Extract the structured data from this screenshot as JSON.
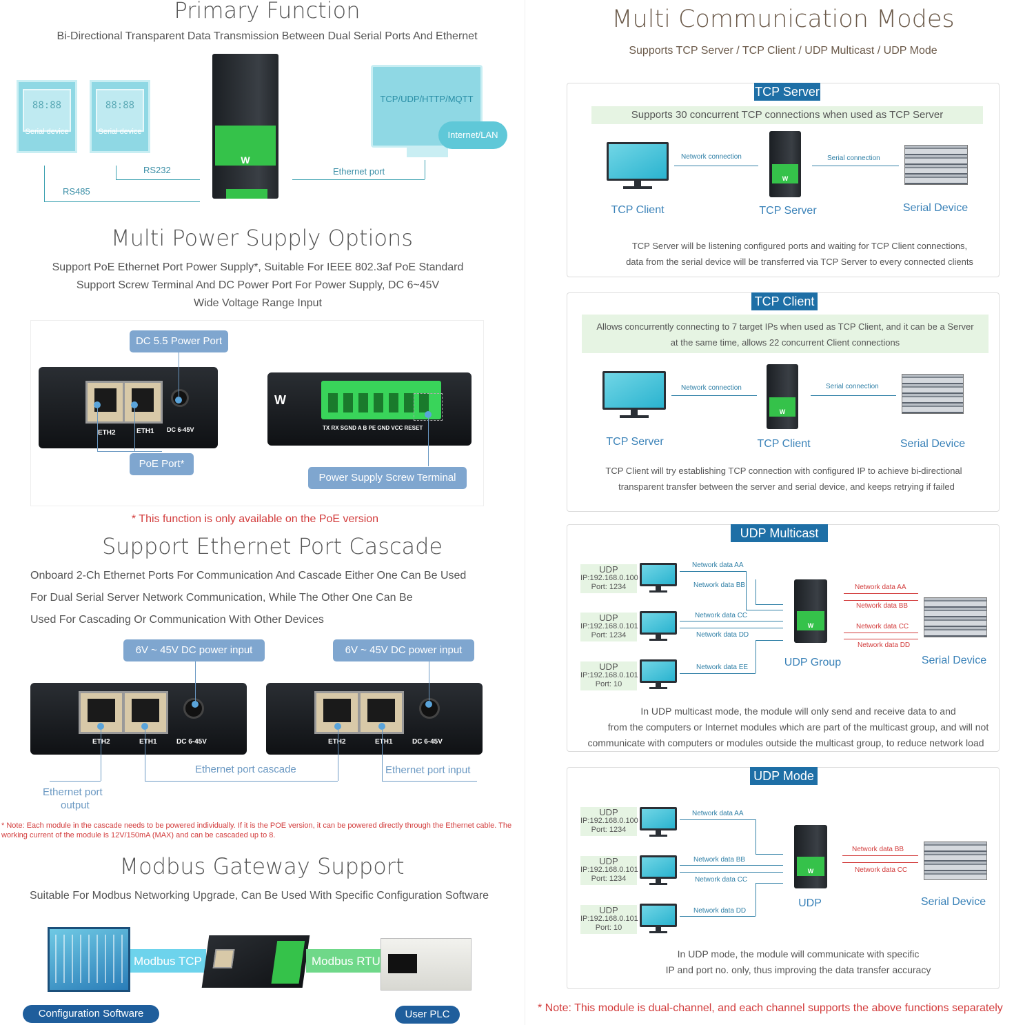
{
  "primary": {
    "title": "Primary Function",
    "subtitle": "Bi-Directional Transparent Data Transmission Between Dual Serial Ports And Ethernet",
    "device1_screen": "88:88",
    "device1_label": "Serial device",
    "device2_screen": "88:88",
    "device2_label": "Serial device",
    "cloud_protocols": "TCP/UDP/HTTP/MQTT",
    "cloud_label": "Internet/LAN",
    "rs232": "RS232",
    "rs485": "RS485",
    "ethernet_port": "Ethernet port"
  },
  "power": {
    "title": "Multi Power Supply Options",
    "line1": "Support PoE Ethernet Port Power Supply*, Suitable For IEEE 802.3af PoE Standard",
    "line2": "Support Screw Terminal And DC Power Port For Power Supply, DC 6~45V",
    "line3": "Wide Voltage Range Input",
    "dc_port": "DC 5.5 Power Port",
    "poe_port": "PoE Port*",
    "screw_terminal": "Power Supply Screw Terminal",
    "eth2": "ETH2",
    "eth1": "ETH1",
    "dc_range": "DC 6-45V",
    "note": "* This function is only available on the PoE version"
  },
  "cascade": {
    "title": "Support Ethernet Port Cascade",
    "line1": "Onboard 2-Ch Ethernet Ports For Communication And Cascade Either One Can Be Used",
    "line2": "For Dual Serial Server Network Communication, While The Other One Can Be",
    "line3": "Used For Cascading Or Communication With Other Devices",
    "power_left": "6V ~ 45V DC power input",
    "power_right": "6V ~ 45V DC power input",
    "eth2": "ETH2",
    "eth1": "ETH1",
    "dc_range": "DC 6-45V",
    "port_output_1": "Ethernet port",
    "port_output_2": "output",
    "port_cascade": "Ethernet port cascade",
    "port_input": "Ethernet port input",
    "note": "* Note: Each module in the cascade needs to be powered individually. If it is the POE version, it can be powered directly through the Ethernet cable. The working current of the module is 12V/150mA (MAX) and can be cascaded up to 8."
  },
  "modbus": {
    "title": "Modbus Gateway Support",
    "subtitle": "Suitable For Modbus Networking Upgrade, Can Be Used With Specific Configuration Software",
    "modbus_tcp": "Modbus TCP",
    "modbus_rtu": "Modbus RTU",
    "config_software": "Configuration Software",
    "user_plc": "User PLC"
  },
  "modes": {
    "title": "Multi Communication Modes",
    "subtitle": "Supports TCP Server / TCP Client / UDP Multicast / UDP Mode",
    "note": "* Note: This module is dual-channel, and each channel supports the above functions separately"
  },
  "tcp_server": {
    "label": "TCP Server",
    "band": "Supports 30 concurrent TCP connections when used as TCP Server",
    "net_conn": "Network connection",
    "serial_conn": "Serial connection",
    "left": "TCP Client",
    "middle": "TCP Server",
    "right": "Serial Device",
    "desc1": "TCP Server will be listening configured ports and waiting for TCP Client connections,",
    "desc2": "data from the serial device will be transferred via TCP Server to every connected clients"
  },
  "tcp_client": {
    "label": "TCP Client",
    "band1": "Allows concurrently connecting to 7 target IPs when used as TCP Client, and it can be a Server",
    "band2": "at the same time, allows 22 concurrent Client connections",
    "net_conn": "Network connection",
    "serial_conn": "Serial connection",
    "left": "TCP Server",
    "middle": "TCP Client",
    "right": "Serial Device",
    "desc1": "TCP Client will try establishing TCP connection with configured IP to achieve bi-directional",
    "desc2": "transparent transfer between the server and serial device, and keeps retrying if failed"
  },
  "udp_multicast": {
    "label": "UDP Multicast",
    "hosts": [
      {
        "name": "UDP",
        "ip": "IP:192.168.0.100",
        "port": "Port:  1234"
      },
      {
        "name": "UDP",
        "ip": "IP:192.168.0.101",
        "port": "Port:  1234"
      },
      {
        "name": "UDP",
        "ip": "IP:192.168.0.101",
        "port": "Port:  10"
      }
    ],
    "data_aa": "Network data AA",
    "data_bb": "Network data BB",
    "data_cc": "Network data CC",
    "data_dd": "Network data DD",
    "data_ee": "Network data EE",
    "group": "UDP Group",
    "serial": "Serial Device",
    "desc1": "In UDP multicast mode, the module will only send and receive data to and",
    "desc2": "from the computers or Internet modules which are part of the multicast group, and will not",
    "desc3": "communicate with computers or modules outside the multicast group, to reduce network load"
  },
  "udp_mode": {
    "label": "UDP Mode",
    "hosts": [
      {
        "name": "UDP",
        "ip": "IP:192.168.0.100",
        "port": "Port:  1234"
      },
      {
        "name": "UDP",
        "ip": "IP:192.168.0.101",
        "port": "Port:  1234"
      },
      {
        "name": "UDP",
        "ip": "IP:192.168.0.101",
        "port": "Port:  10"
      }
    ],
    "data_aa": "Network data AA",
    "data_bb": "Network data BB",
    "data_cc": "Network data CC",
    "data_dd": "Network data DD",
    "device": "UDP",
    "serial": "Serial Device",
    "desc1": "In UDP mode, the module will communicate with specific",
    "desc2": "IP and port no. only, thus improving the data transfer accuracy"
  },
  "colors": {
    "accent_blue": "#1e6fa6",
    "pill_blue": "#7fa6cf",
    "teal": "#2ab3cf",
    "green": "#35c24a",
    "red": "#d23b3b"
  }
}
